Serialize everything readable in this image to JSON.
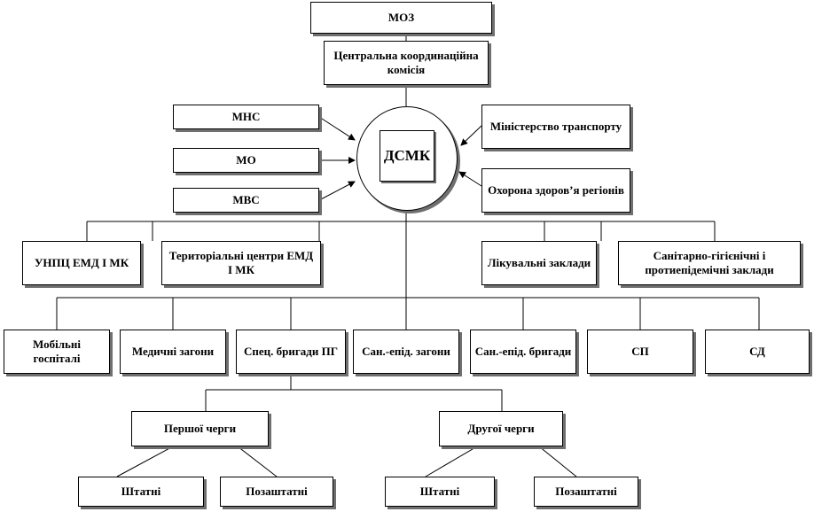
{
  "nodes": {
    "moz": "МОЗ",
    "central_commission": "Центральна координаційна комісія",
    "mns": "МНС",
    "mo": "МО",
    "mvs": "МВС",
    "dsmk": "ДСМК",
    "ministry_transport": "Міністерство транспорту",
    "regional_health": "Охорона здоров’я регіонів",
    "unpc": "УНПЦ ЕМД І МК",
    "territorial_centers": "Територіальні центри ЕМД І МК",
    "medical_facilities": "Лікувальні заклади",
    "sanitary_facilities": "Санітарно-гігієнічні і протиепідемічні заклади",
    "mobile_hospitals": "Мобільні госпіталі",
    "medical_units": "Медичні загони",
    "special_teams": "Спец. бригади ПГ",
    "san_epid_units": "Сан.-епід. загони",
    "san_epid_teams": "Сан.-епід. бригади",
    "sp": "СП",
    "sd": "СД",
    "first_line": "Першої черги",
    "second_line": "Другої черги",
    "staff_1": "Штатні",
    "nonstaff_1": "Позаштатні",
    "staff_2": "Штатні",
    "nonstaff_2": "Позаштатні"
  }
}
